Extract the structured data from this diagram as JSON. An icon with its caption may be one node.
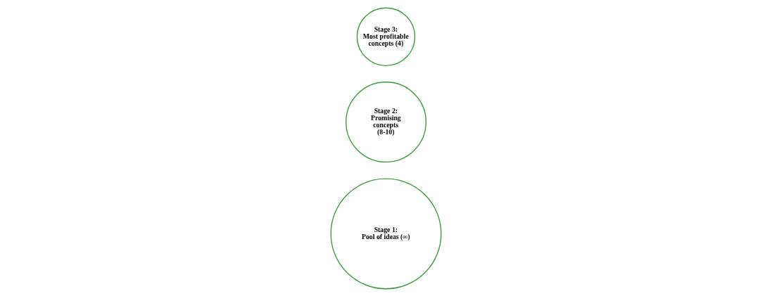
{
  "diagram": {
    "nodes": [
      {
        "text": [
          "Stage 1:",
          "Pool of ideas (∞)"
        ]
      },
      {
        "text": [
          "Stage 2:",
          "Promising concepts (8-10)"
        ]
      },
      {
        "text": [
          "Stage 3:",
          "Most profitable concepts (4)"
        ]
      }
    ]
  }
}
